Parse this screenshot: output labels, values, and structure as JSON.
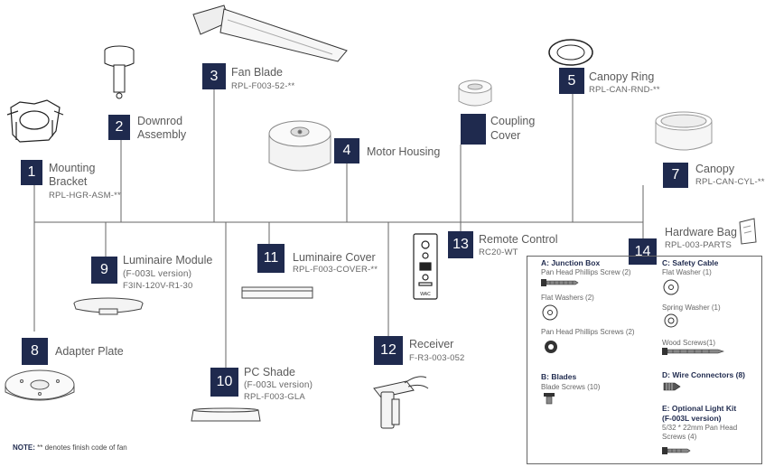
{
  "parts": {
    "p1": {
      "num": "1",
      "name1": "Mounting",
      "name2": "Bracket",
      "code": "RPL-HGR-ASM-**"
    },
    "p2": {
      "num": "2",
      "name1": "Downrod",
      "name2": "Assembly"
    },
    "p3": {
      "num": "3",
      "name": "Fan Blade",
      "code": "RPL-F003-52-**"
    },
    "p4": {
      "num": "4",
      "name": "Motor Housing"
    },
    "p5": {
      "num": "5",
      "name": "Canopy Ring",
      "code": "RPL-CAN-RND-**"
    },
    "p6": {
      "name1": "Coupling",
      "name2": "Cover"
    },
    "p7": {
      "num": "7",
      "name": "Canopy",
      "code": "RPL-CAN-CYL-**"
    },
    "p8": {
      "num": "8",
      "name": "Adapter Plate"
    },
    "p9": {
      "num": "9",
      "name": "Luminaire Module",
      "version": "(F-003L version)",
      "code": "F3IN-120V-R1-30"
    },
    "p10": {
      "num": "10",
      "name": "PC Shade",
      "version": "(F-003L version)",
      "code": "RPL-F003-GLA"
    },
    "p11": {
      "num": "11",
      "name": "Luminaire Cover",
      "code": "RPL-F003-COVER-**"
    },
    "p12": {
      "num": "12",
      "name": "Receiver",
      "code": "F-R3-003-052"
    },
    "p13": {
      "num": "13",
      "name": "Remote Control",
      "code": "RC20-WT"
    },
    "p14": {
      "num": "14",
      "name": "Hardware Bag",
      "code": "RPL-003-PARTS"
    }
  },
  "remote_brand": "WAC",
  "hardware": {
    "a_title": "A: Junction Box",
    "a1": "Pan Head Phillips Screw (2)",
    "a2": "Flat Washers (2)",
    "a3": "Pan Head Phillips Screws (2)",
    "b_title": "B: Blades",
    "b1": "Blade Screws (10)",
    "c_title": "C: Safety Cable",
    "c1": "Flat Washer (1)",
    "c2": "Spring Washer (1)",
    "c3": "Wood Screws(1)",
    "d_title": "D: Wire Connectors (8)",
    "e_title": "E: Optional Light Kit",
    "e_sub": "(F-003L version)",
    "e1": "5/32 * 22mm Pan Head",
    "e2": "Screws  (4)"
  },
  "note": {
    "label": "NOTE:",
    "text": " ** denotes finish code of fan"
  }
}
